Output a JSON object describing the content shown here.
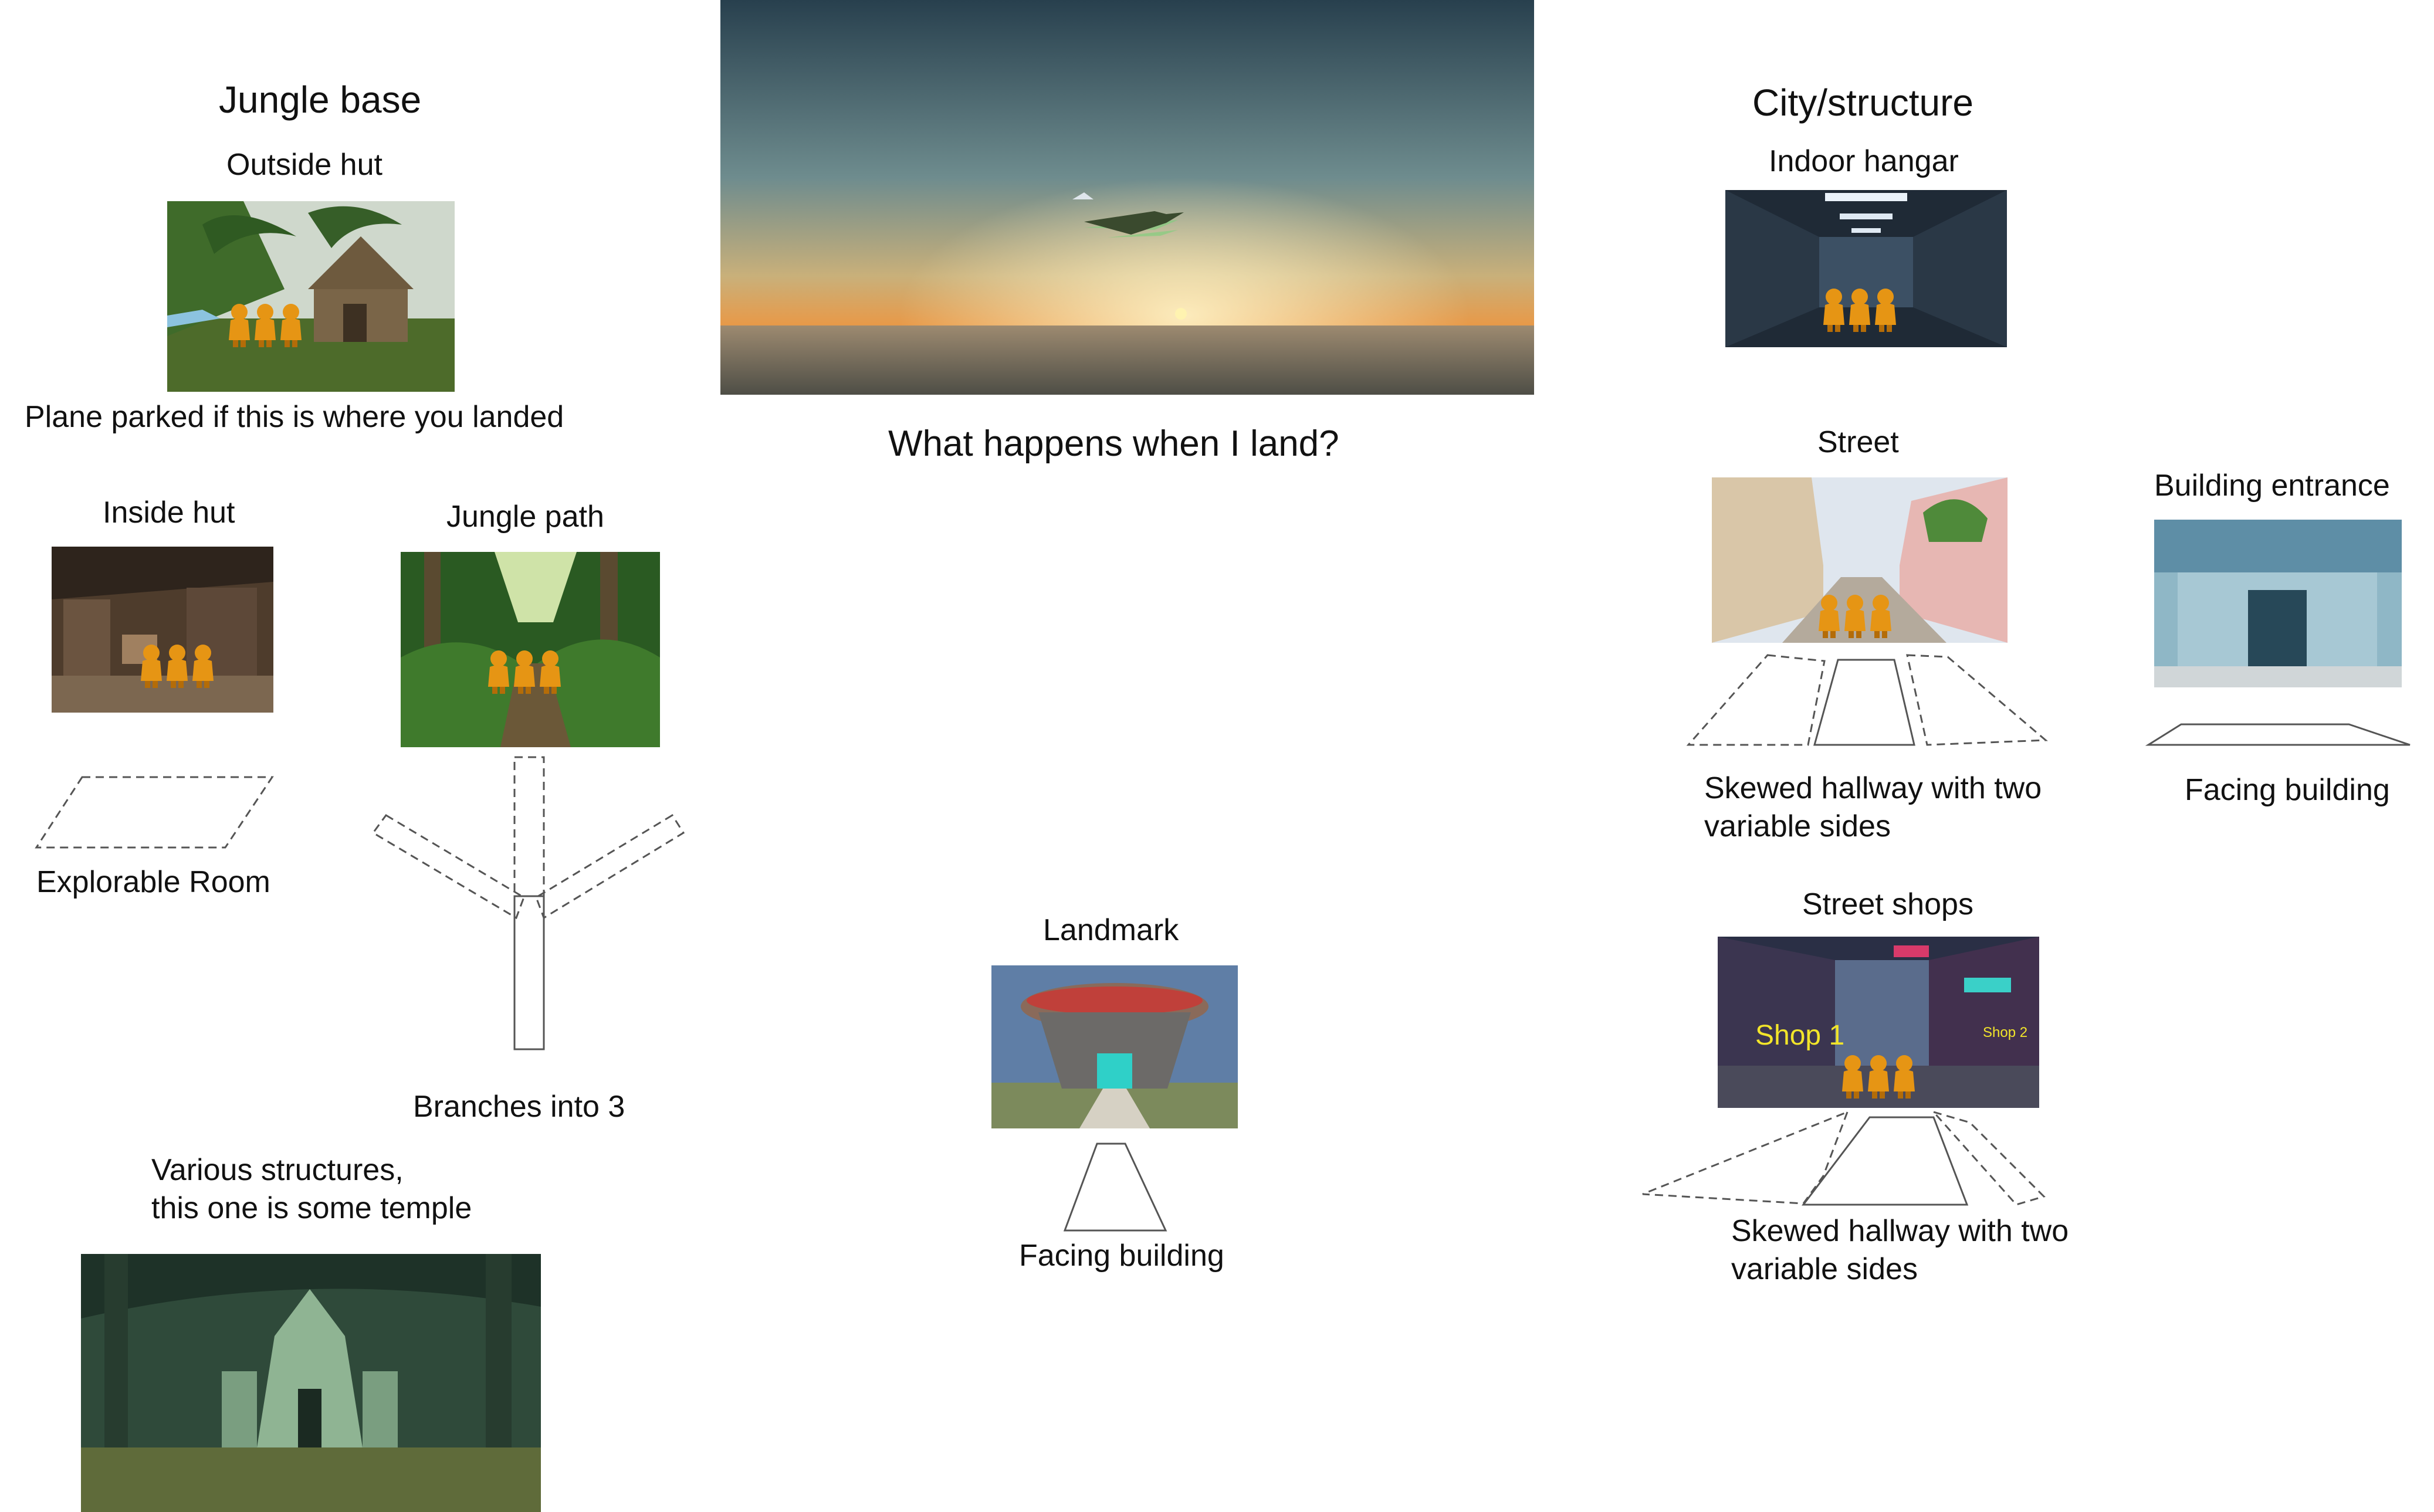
{
  "center": {
    "caption": "What happens when I land?"
  },
  "jungle": {
    "title": "Jungle base",
    "outside_hut": "Outside hut",
    "plane_note": "Plane parked if this is where you landed",
    "inside_hut": "Inside hut",
    "jungle_path": "Jungle path",
    "explorable_room": "Explorable Room",
    "branches": "Branches into 3",
    "structures": "Various structures,\nthis one is some temple"
  },
  "landmark": {
    "title": "Landmark",
    "caption": "Facing building"
  },
  "city": {
    "title": "City/structure",
    "indoor_hangar": "Indoor hangar",
    "street": "Street",
    "street_caption": "Skewed hallway with two\nvariable sides",
    "building_entrance": "Building entrance",
    "building_caption": "Facing building",
    "street_shops": "Street shops",
    "shop_1": "Shop 1",
    "shop_2": "Shop 2",
    "shops_caption": "Skewed hallway with two\nvariable sides"
  },
  "colors": {
    "character": "#e69514",
    "shop_text": "#f2e52a",
    "diagram_stroke": "#555555"
  },
  "icons": [
    "character-icon",
    "plane-icon"
  ]
}
